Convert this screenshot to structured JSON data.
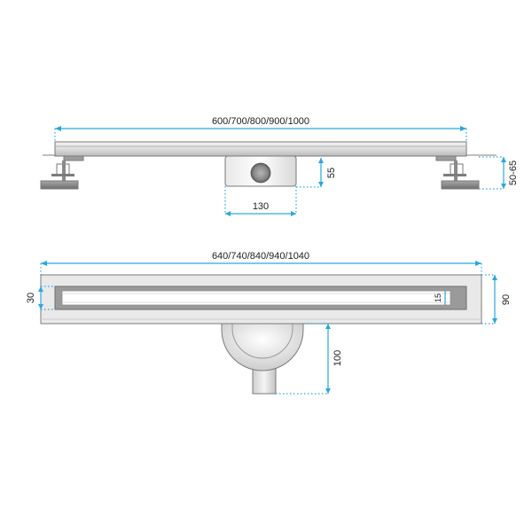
{
  "colors": {
    "dimension": "#2aa7dd",
    "steel_light": "#e6e6e6",
    "steel_mid": "#bdbdbd",
    "steel_dark": "#8f8f8f",
    "grate": "#9a9a9a",
    "outline": "#6f6f6f"
  },
  "side_view": {
    "length_label": "600/700/800/900/1000",
    "outlet_width_label": "130",
    "outlet_height_label": "55",
    "leg_height_label": "50-65"
  },
  "top_view": {
    "length_label": "640/740/840/940/1040",
    "channel_width_label": "30",
    "total_width_label": "90",
    "grate_gap_label": "15",
    "pipe_length_label": "100"
  }
}
